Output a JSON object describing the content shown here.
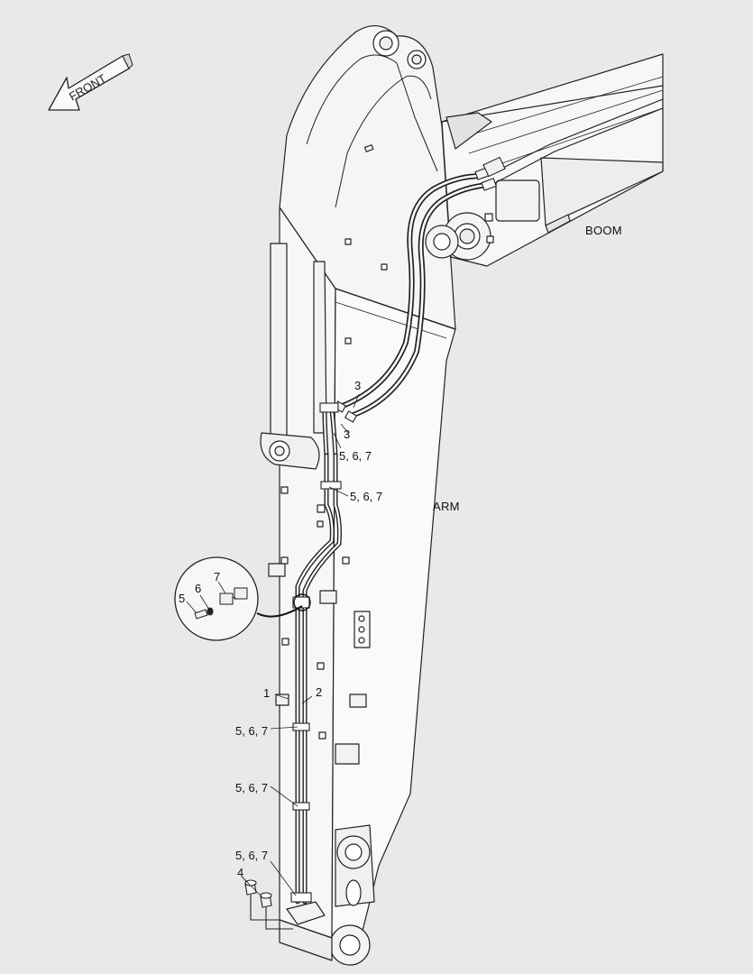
{
  "direction_arrow": {
    "text": "FRONT",
    "icon": "front-direction-arrow-icon"
  },
  "component_labels": {
    "boom": "BOOM",
    "arm": "ARM"
  },
  "callouts": {
    "c3_upper": "3",
    "c3_lower": "3",
    "c567_a": "5, 6, 7",
    "c567_b": "5, 6, 7",
    "c1": "1",
    "c2": "2",
    "c567_c": "5, 6, 7",
    "c567_d": "5, 6, 7",
    "c567_e": "5, 6, 7",
    "c4": "4"
  },
  "detail_callouts": {
    "d5": "5",
    "d6": "6",
    "d7": "7"
  },
  "colors": {
    "background": "#e9e9e9",
    "line": "#222222",
    "fill": "#f7f7f7",
    "shadow": "#d2d2d2"
  }
}
